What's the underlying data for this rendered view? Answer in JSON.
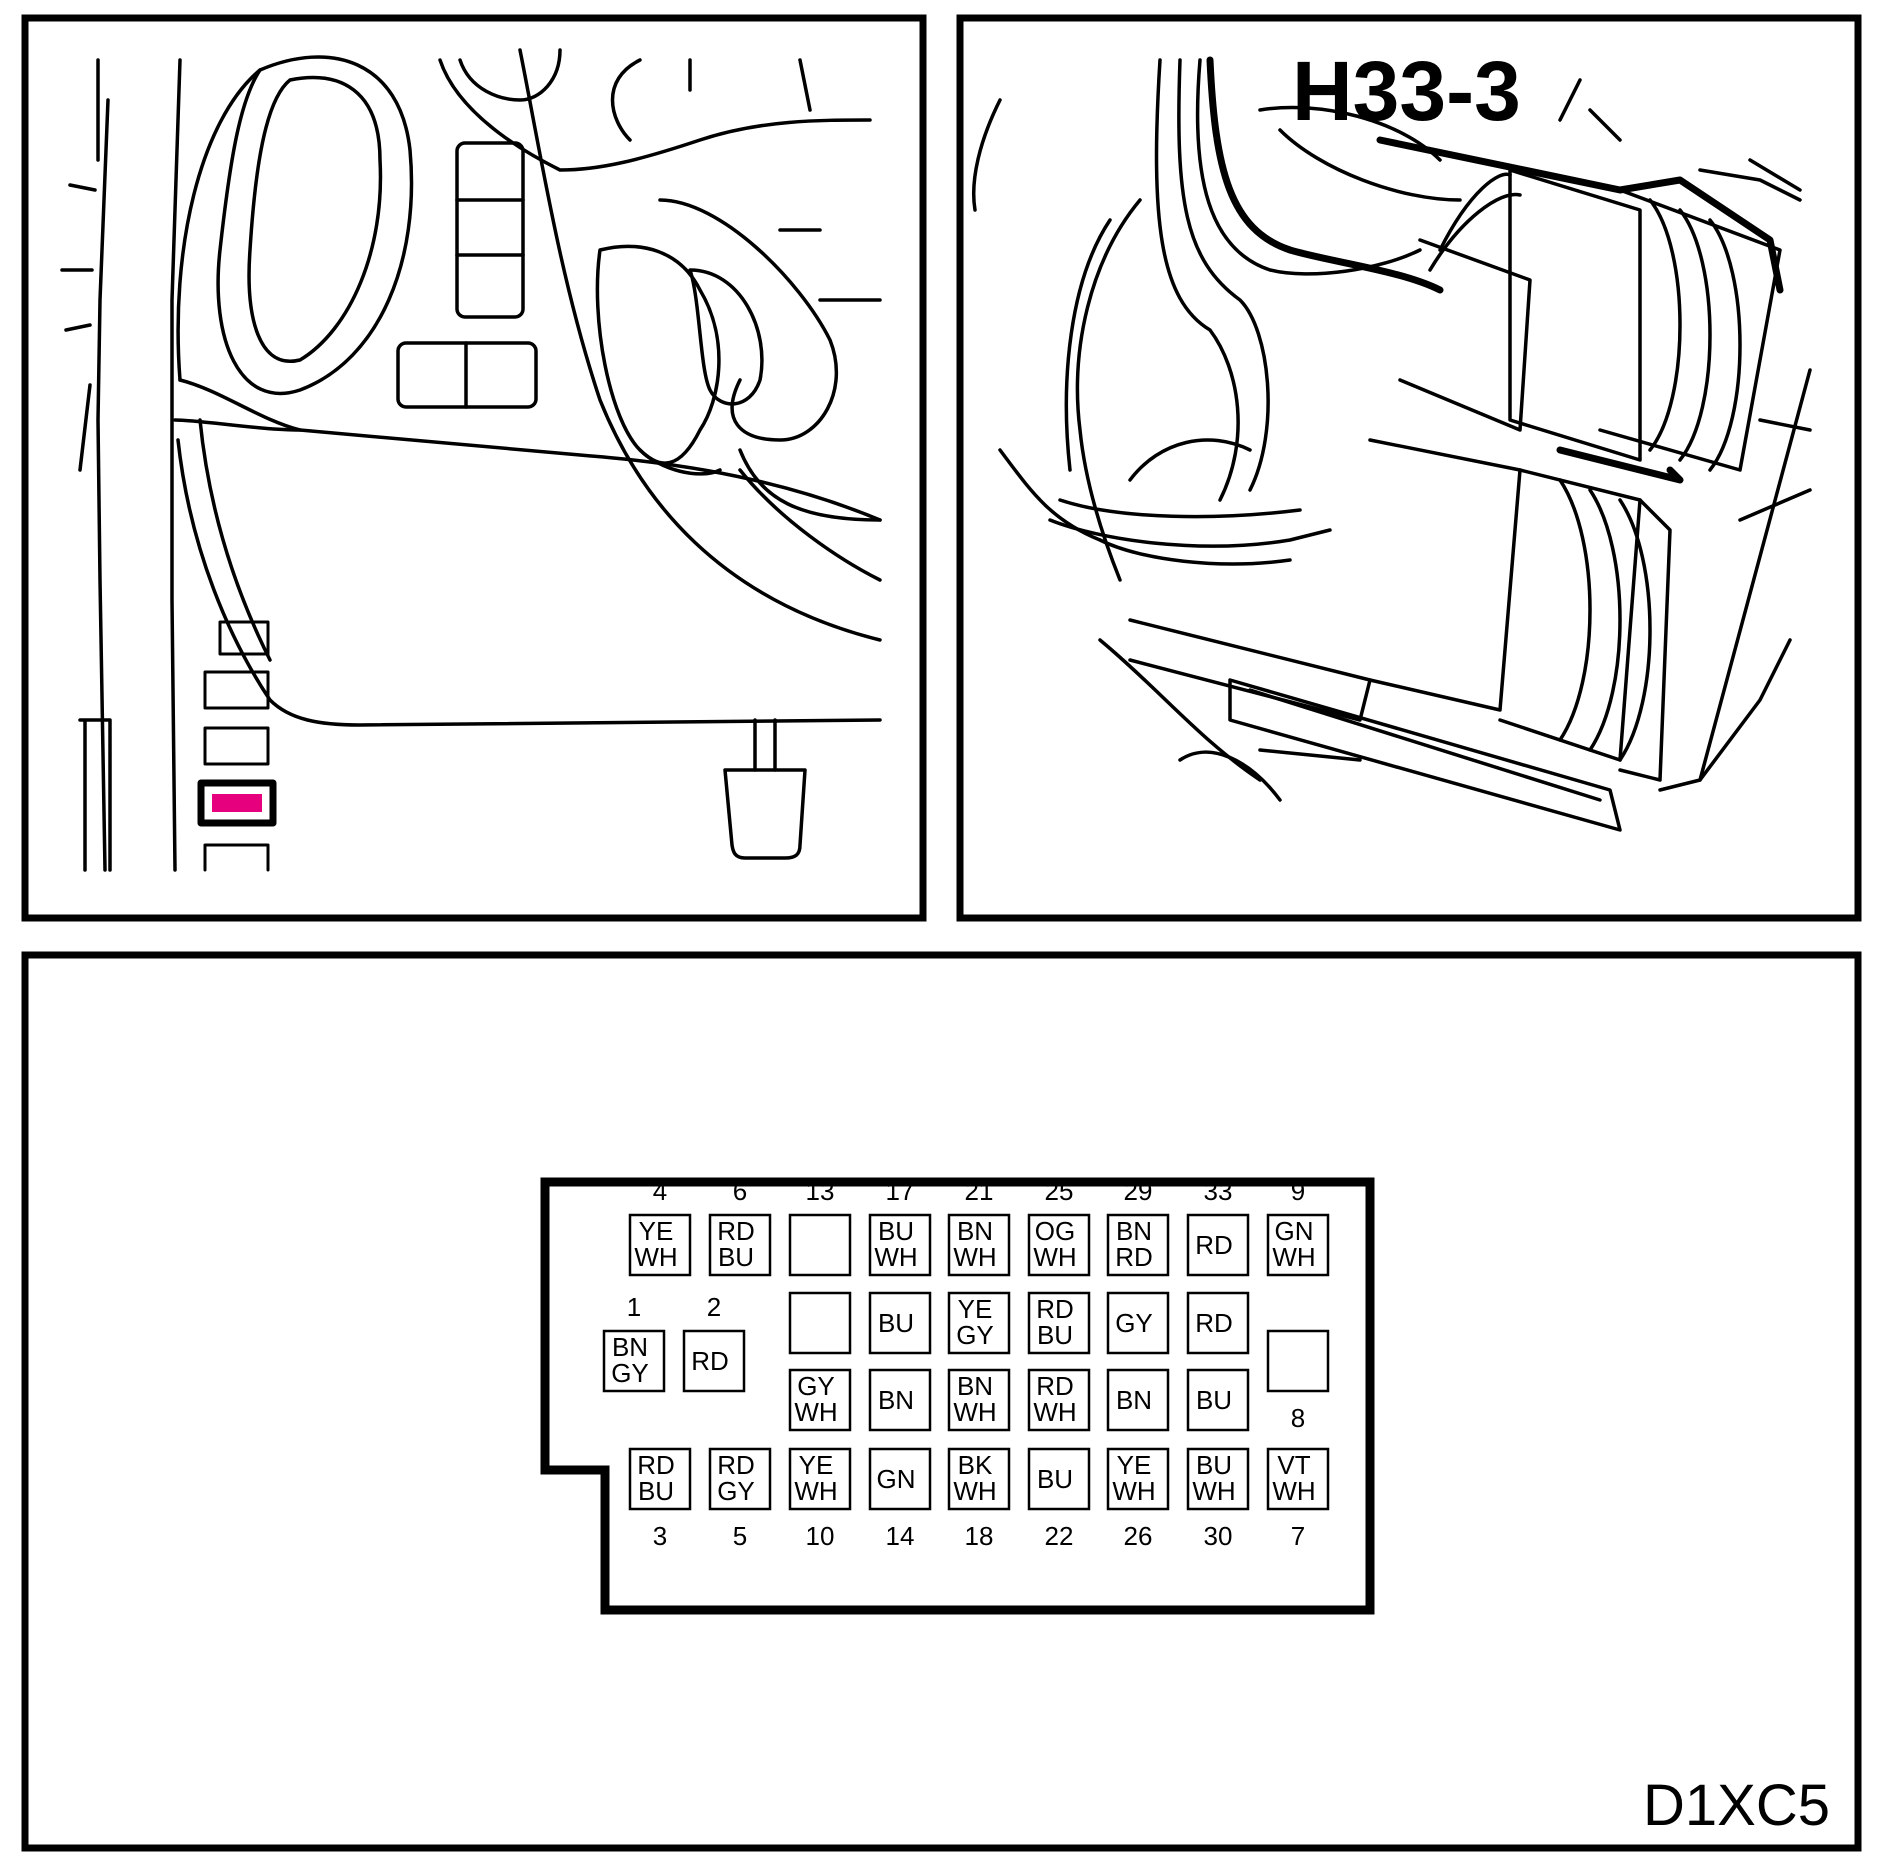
{
  "connector": {
    "label": "H33-3",
    "highlight_color": "#e6007e"
  },
  "figure_code": "D1XC5",
  "pins": [
    {
      "num": "4",
      "colors": [
        "YE",
        "WH"
      ],
      "num_pos": "above"
    },
    {
      "num": "6",
      "colors": [
        "RD",
        "BU"
      ],
      "num_pos": "above"
    },
    {
      "num": "13",
      "colors": [],
      "num_pos": "above"
    },
    {
      "num": "17",
      "colors": [
        "BU",
        "WH"
      ],
      "num_pos": "above"
    },
    {
      "num": "21",
      "colors": [
        "BN",
        "WH"
      ],
      "num_pos": "above"
    },
    {
      "num": "25",
      "colors": [
        "OG",
        "WH"
      ],
      "num_pos": "above"
    },
    {
      "num": "29",
      "colors": [
        "BN",
        "RD"
      ],
      "num_pos": "above"
    },
    {
      "num": "33",
      "colors": [
        "RD"
      ],
      "num_pos": "above"
    },
    {
      "num": "9",
      "colors": [
        "GN",
        "WH"
      ],
      "num_pos": "above"
    },
    {
      "num": "1",
      "colors": [
        "BN",
        "GY"
      ],
      "num_pos": "above"
    },
    {
      "num": "2",
      "colors": [
        "RD"
      ],
      "num_pos": "above"
    },
    {
      "num": "",
      "colors": [],
      "num_pos": "none"
    },
    {
      "num": "",
      "colors": [
        "BU"
      ],
      "num_pos": "none"
    },
    {
      "num": "",
      "colors": [
        "YE",
        "GY"
      ],
      "num_pos": "none"
    },
    {
      "num": "",
      "colors": [
        "RD",
        "BU"
      ],
      "num_pos": "none"
    },
    {
      "num": "",
      "colors": [
        "GY"
      ],
      "num_pos": "none"
    },
    {
      "num": "",
      "colors": [
        "RD"
      ],
      "num_pos": "none"
    },
    {
      "num": "8",
      "colors": [],
      "num_pos": "below"
    },
    {
      "num": "",
      "colors": [
        "GY",
        "WH"
      ],
      "num_pos": "none"
    },
    {
      "num": "",
      "colors": [
        "BN"
      ],
      "num_pos": "none"
    },
    {
      "num": "",
      "colors": [
        "BN",
        "WH"
      ],
      "num_pos": "none"
    },
    {
      "num": "",
      "colors": [
        "RD",
        "WH"
      ],
      "num_pos": "none"
    },
    {
      "num": "",
      "colors": [
        "BN"
      ],
      "num_pos": "none"
    },
    {
      "num": "",
      "colors": [
        "BU"
      ],
      "num_pos": "none"
    },
    {
      "num": "3",
      "colors": [
        "RD",
        "BU"
      ],
      "num_pos": "below"
    },
    {
      "num": "5",
      "colors": [
        "RD",
        "GY"
      ],
      "num_pos": "below"
    },
    {
      "num": "10",
      "colors": [
        "YE",
        "WH"
      ],
      "num_pos": "below"
    },
    {
      "num": "14",
      "colors": [
        "GN"
      ],
      "num_pos": "below"
    },
    {
      "num": "18",
      "colors": [
        "BK",
        "WH"
      ],
      "num_pos": "below"
    },
    {
      "num": "22",
      "colors": [
        "BU"
      ],
      "num_pos": "below"
    },
    {
      "num": "26",
      "colors": [
        "YE",
        "WH"
      ],
      "num_pos": "below"
    },
    {
      "num": "30",
      "colors": [
        "BU",
        "WH"
      ],
      "num_pos": "below"
    },
    {
      "num": "7",
      "colors": [
        "VT",
        "WH"
      ],
      "num_pos": "below"
    }
  ]
}
